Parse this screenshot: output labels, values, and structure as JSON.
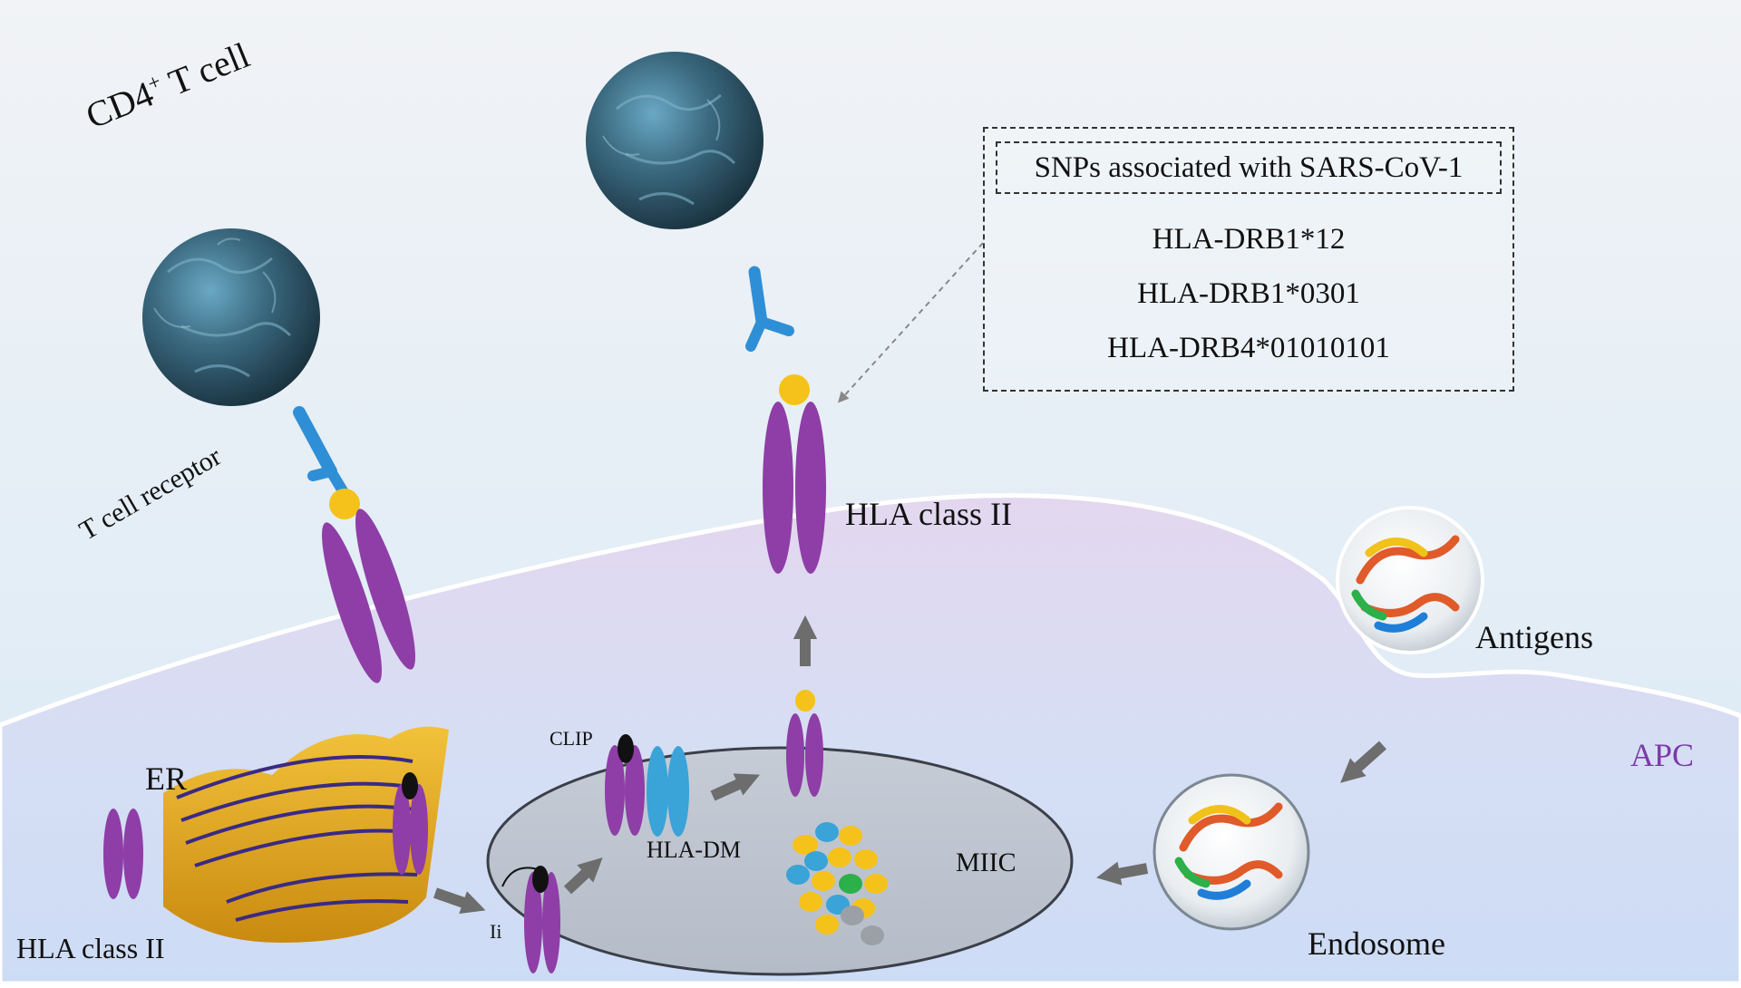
{
  "labels": {
    "cd4_main": "CD4",
    "cd4_sup": "+",
    "cd4_rest": " T cell",
    "t_cell_receptor": "T cell receptor",
    "hla_class_ii_top": "HLA class II",
    "antigens": "Antigens",
    "apc": "APC",
    "er": "ER",
    "hla_class_ii_bottom": "HLA class II",
    "ii": "Ii",
    "clip": "CLIP",
    "hla_dm": "HLA-DM",
    "miic": "MIIC",
    "endosome": "Endosome"
  },
  "snp_box": {
    "title": "SNPs associated with SARS-CoV-1",
    "items": [
      "HLA-DRB1*12",
      "HLA-DRB1*0301",
      "HLA-DRB4*01010101"
    ]
  },
  "colors": {
    "hla_purple": "#8e3ea6",
    "peptide_yellow": "#f5c21b",
    "tcr_blue": "#2f8fd6",
    "hla_dm_blue": "#3aa3d8",
    "clip_black": "#111111",
    "arrow_gray": "#6d6d6d",
    "apc_label": "#7b3aa8",
    "cell_body": "#2c4c5c",
    "er_gold": "#e0a521"
  },
  "icons": [
    "cd4-t-cell-sphere",
    "antigen-protein-structure",
    "endoplasmic-reticulum",
    "flow-arrow"
  ]
}
